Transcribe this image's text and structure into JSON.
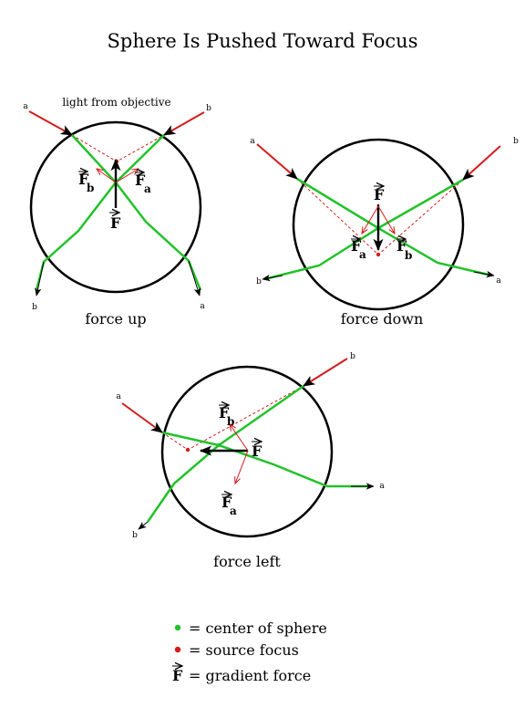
{
  "title": "Sphere Is Pushed Toward Focus",
  "labels": {
    "a": "a",
    "b": "b",
    "light_from_objective": "light from objective",
    "f_main": "F",
    "f_sub_a": "a",
    "f_sub_b": "b"
  },
  "captions": {
    "force_up": "force up",
    "force_down": "force down",
    "force_left": "force left"
  },
  "legend": {
    "center": "= center of sphere",
    "focus": "= source focus",
    "force_symbol": "F",
    "force": "= gradient force"
  },
  "colors": {
    "ray": "#22c22a",
    "incident": "#d41c1c",
    "focus": "#d41c1c",
    "center": "#22c22a"
  }
}
